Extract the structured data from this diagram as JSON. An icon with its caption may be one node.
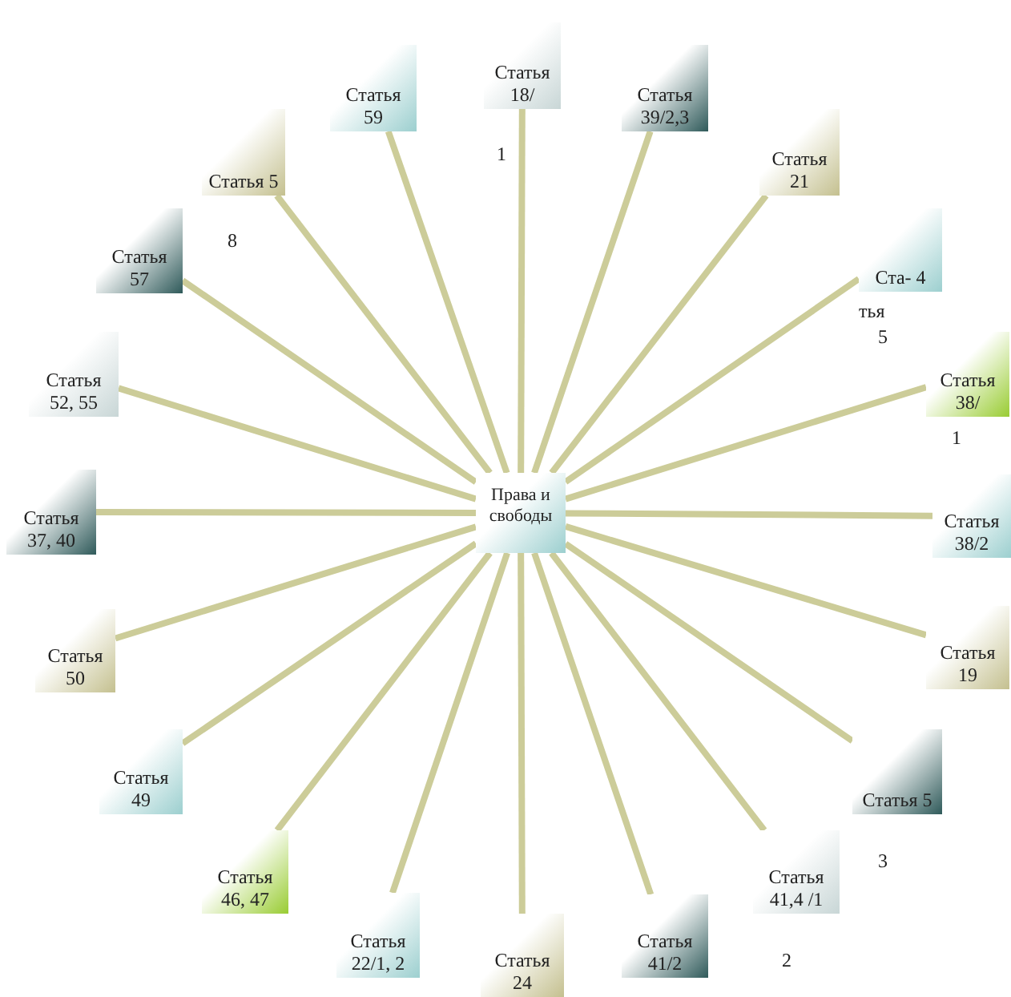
{
  "diagram": {
    "nodes": [
      {
        "text": [
          "Права и свободы"
        ]
      },
      {
        "text": [
          "Статья 18/"
        ],
        "beside": [
          "1"
        ]
      },
      {
        "text": [
          "Статья 39/2,3"
        ]
      },
      {
        "text": [
          "Статья 21"
        ]
      },
      {
        "text": [
          "Ста- 4"
        ],
        "beside": [
          "тья",
          "5"
        ]
      },
      {
        "text": [
          "Статья 38/"
        ],
        "beside": [
          "1"
        ]
      },
      {
        "text": [
          "Статья 38/2"
        ]
      },
      {
        "text": [
          "Статья 19"
        ]
      },
      {
        "text": [
          "Статья 5"
        ],
        "beside": [
          "3"
        ]
      },
      {
        "text": [
          "Статья 41,4 /1"
        ],
        "beside": [
          "2"
        ]
      },
      {
        "text": [
          "Статья 41/2"
        ]
      },
      {
        "text": [
          "Статья 24"
        ]
      },
      {
        "text": [
          "Статья 22/1, 2"
        ]
      },
      {
        "text": [
          "Статья 46, 47"
        ]
      },
      {
        "text": [
          "Статья 49"
        ]
      },
      {
        "text": [
          "Статья 50"
        ]
      },
      {
        "text": [
          "Статья 37, 40"
        ]
      },
      {
        "text": [
          "Статья 52, 55"
        ]
      },
      {
        "text": [
          "Статья 57"
        ]
      },
      {
        "text": [
          "Статья 5"
        ],
        "beside": [
          "8"
        ]
      },
      {
        "text": [
          "Статья 59"
        ]
      }
    ],
    "edges": [
      {
        "from": 0,
        "to": 1,
        "arrow": "none"
      },
      {
        "from": 0,
        "to": 2,
        "arrow": "none"
      },
      {
        "from": 0,
        "to": 3,
        "arrow": "none"
      },
      {
        "from": 0,
        "to": 4,
        "arrow": "none"
      },
      {
        "from": 0,
        "to": 5,
        "arrow": "none"
      },
      {
        "from": 0,
        "to": 6,
        "arrow": "none"
      },
      {
        "from": 0,
        "to": 7,
        "arrow": "none"
      },
      {
        "from": 0,
        "to": 8,
        "arrow": "none"
      },
      {
        "from": 0,
        "to": 9,
        "arrow": "none"
      },
      {
        "from": 0,
        "to": 10,
        "arrow": "none"
      },
      {
        "from": 0,
        "to": 11,
        "arrow": "none"
      },
      {
        "from": 0,
        "to": 12,
        "arrow": "none"
      },
      {
        "from": 0,
        "to": 13,
        "arrow": "none"
      },
      {
        "from": 0,
        "to": 14,
        "arrow": "none"
      },
      {
        "from": 0,
        "to": 15,
        "arrow": "none"
      },
      {
        "from": 0,
        "to": 16,
        "arrow": "none"
      },
      {
        "from": 0,
        "to": 17,
        "arrow": "none"
      },
      {
        "from": 0,
        "to": 18,
        "arrow": "none"
      },
      {
        "from": 0,
        "to": 19,
        "arrow": "none"
      },
      {
        "from": 0,
        "to": 20,
        "arrow": "none"
      }
    ]
  }
}
